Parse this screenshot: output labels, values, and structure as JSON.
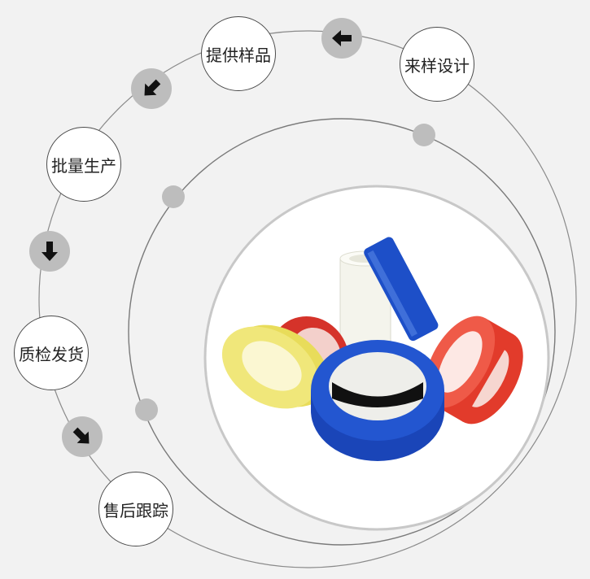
{
  "steps": [
    {
      "label": "来样设计"
    },
    {
      "label": "提供样品"
    },
    {
      "label": "批量生产"
    },
    {
      "label": "质检发货"
    },
    {
      "label": "售后跟踪"
    }
  ],
  "arrows": [
    {
      "icon": "arrow-left-icon"
    },
    {
      "icon": "arrow-down-left-icon"
    },
    {
      "icon": "arrow-down-icon"
    },
    {
      "icon": "arrow-down-right-icon"
    }
  ],
  "colors": {
    "background": "#f2f2f2",
    "circle_fill": "#ffffff",
    "line": "#8a8a8a",
    "marker": "#bdbdbd",
    "arrow": "#111111",
    "tape_yellow": "#ede36a",
    "tape_red": "#e2392a",
    "tape_blue": "#1a4bc4",
    "tape_white": "#f6f6f0"
  }
}
